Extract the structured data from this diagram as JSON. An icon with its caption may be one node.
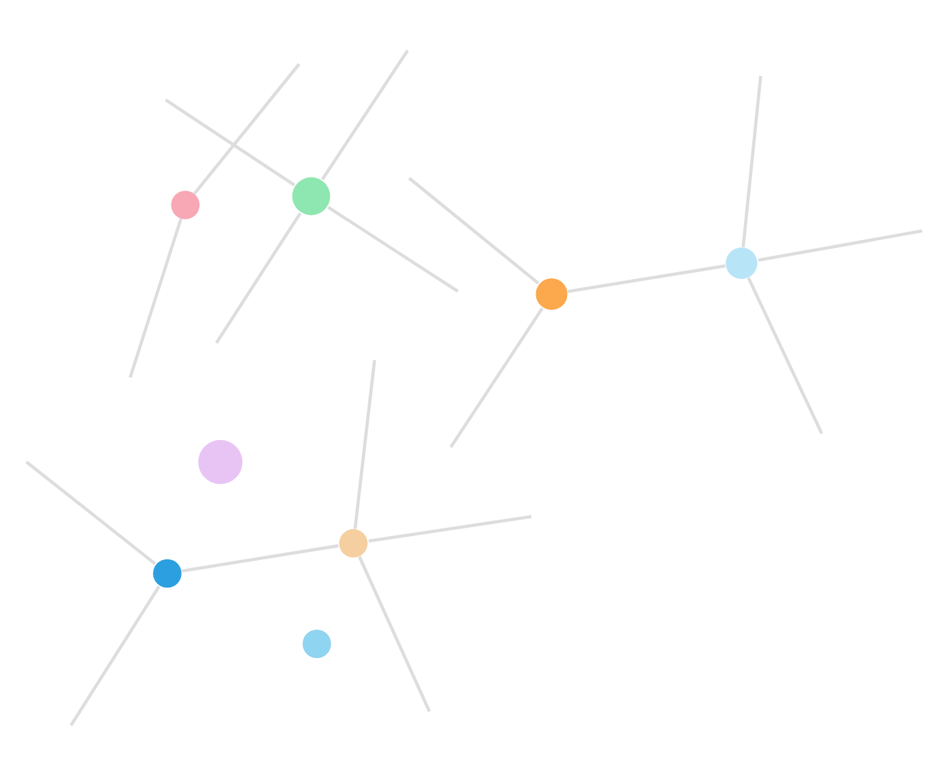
{
  "diagram": {
    "nodes": [
      {
        "text": [],
        "shape": "circle"
      },
      {
        "text": [],
        "shape": "circle"
      },
      {
        "text": [],
        "shape": "circle"
      },
      {
        "text": [],
        "shape": "circle"
      },
      {
        "text": [],
        "shape": "circle"
      },
      {
        "text": [],
        "shape": "circle"
      },
      {
        "text": [],
        "shape": "circle"
      },
      {
        "text": [],
        "shape": "circle"
      }
    ],
    "edges": [
      {
        "from": 0,
        "to": 1,
        "arrow": "none"
      },
      {
        "from": 0,
        "to": null,
        "arrow": "none"
      },
      {
        "from": 0,
        "to": null,
        "arrow": "none"
      },
      {
        "from": 1,
        "to": null,
        "arrow": "none"
      },
      {
        "from": 1,
        "to": null,
        "arrow": "none"
      },
      {
        "from": 1,
        "to": null,
        "arrow": "none"
      },
      {
        "from": 4,
        "to": null,
        "arrow": "none"
      },
      {
        "from": 4,
        "to": null,
        "arrow": "none"
      },
      {
        "from": 4,
        "to": null,
        "arrow": "none"
      },
      {
        "from": 4,
        "to": null,
        "arrow": "none"
      },
      {
        "from": 5,
        "to": null,
        "arrow": "none"
      },
      {
        "from": 5,
        "to": null,
        "arrow": "none"
      },
      {
        "from": 5,
        "to": null,
        "arrow": "none"
      },
      {
        "from": 5,
        "to": 7,
        "arrow": "none"
      },
      {
        "from": 6,
        "to": null,
        "arrow": "none"
      },
      {
        "from": 6,
        "to": null,
        "arrow": "none"
      },
      {
        "from": 7,
        "to": null,
        "arrow": "none"
      },
      {
        "from": 7,
        "to": null,
        "arrow": "none"
      }
    ]
  }
}
